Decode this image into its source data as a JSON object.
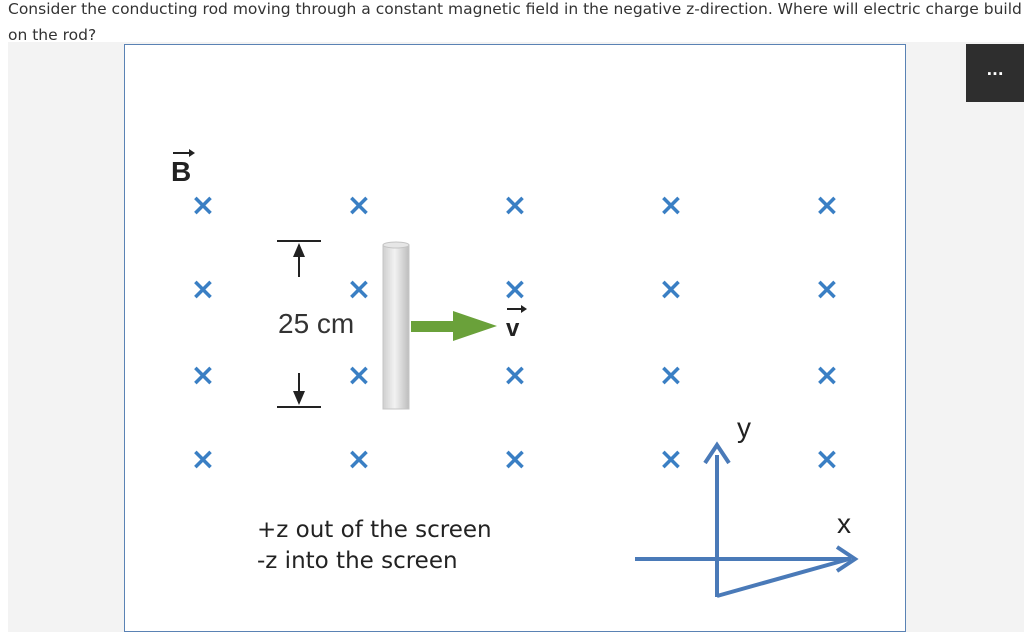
{
  "question": {
    "text": "Consider the conducting rod moving through a constant magnetic field in the negative z-direction. Where will electric charge build on the rod?"
  },
  "toolbar": {
    "more_label": "..."
  },
  "figure": {
    "field_label": "B",
    "length_label": "25 cm",
    "velocity_label": "v",
    "cross_symbol": "×",
    "note_line_1": "+z out of the screen",
    "note_line_2": "-z into the screen",
    "axis_y_label": "y",
    "axis_x_label": "x",
    "colors": {
      "cross": "#3a7fc4",
      "arrow": "#6aa13a",
      "axis": "#4a7ab8",
      "rod": "#d9d9d9",
      "frame_border": "#5a82b4"
    }
  }
}
